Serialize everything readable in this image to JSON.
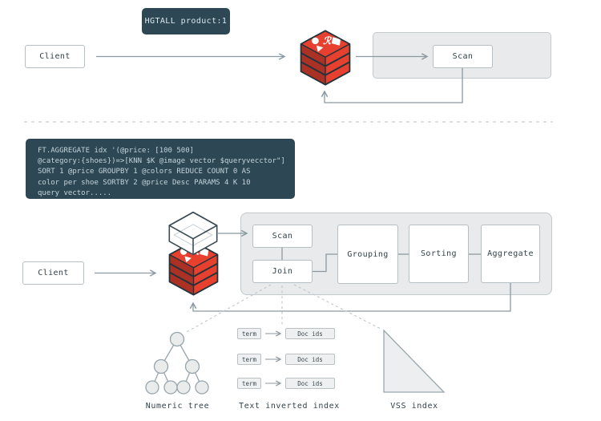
{
  "diagram": {
    "top_flow": {
      "command": "HGTALL product:1",
      "client": "Client",
      "scan": "Scan"
    },
    "code_block": {
      "lines": [
        "FT.AGGREGATE idx '(@price: [100 500]",
        "@category:{shoes})=>[KNN $K @image vector $queryvecctor\"]",
        "SORT 1 @price GROUPBY 1 @colors REDUCE COUNT 0 AS",
        "color per shoe SORTBY 2 @price Desc PARAMS 4 K 10",
        "query vector....."
      ]
    },
    "bottom_flow": {
      "client": "Client",
      "scan": "Scan",
      "join": "Join",
      "grouping": "Grouping",
      "sorting": "Sorting",
      "aggregate": "Aggregate"
    },
    "indexes": {
      "numeric_tree_label": "Numeric tree",
      "text_inverted_label": "Text inverted index",
      "vss_label": "VSS index",
      "inverted_rows": [
        {
          "term": "term",
          "docs": "Doc ids"
        },
        {
          "term": "term",
          "docs": "Doc ids"
        },
        {
          "term": "term",
          "docs": "Doc ids"
        }
      ]
    },
    "colors": {
      "slate": "#2d4754",
      "redis_red": "#e8402f",
      "redis_dark_red": "#aa3124",
      "panel_gray": "#e8eaeb",
      "line_gray": "#8b99a1"
    }
  }
}
